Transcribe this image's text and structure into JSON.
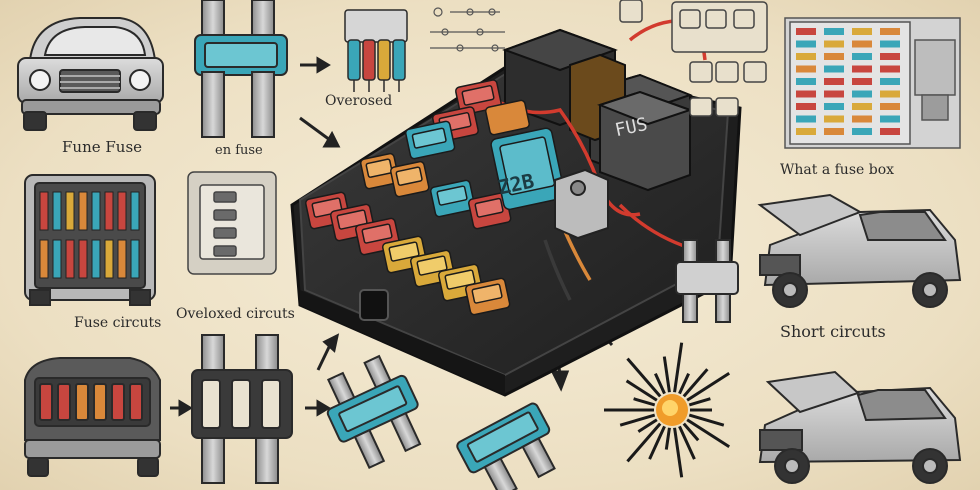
{
  "labels": {
    "fune_fuse": "Fune Fuse",
    "en_fuse": "en fuse",
    "overosed": "Overosed",
    "what_fuse_box": "What a fuse box",
    "fuse_circuts": "Fuse circuts",
    "overloxed_circuts": "Oveloxed circuts",
    "short_circuts": "Short circuts",
    "fus_block": "FUS",
    "fuse_rating": "Z2B"
  },
  "colors": {
    "paper": "#efe4cb",
    "ink": "#222222",
    "fuse_red": "#c8463f",
    "fuse_teal": "#3aa6b8",
    "fuse_yellow": "#d9a93a",
    "fuse_orange": "#d9883a",
    "fuse_box": "#2e2e2e",
    "wire_red": "#d23b2e"
  },
  "icons": [
    "car-front-icon",
    "car-side-icon",
    "blade-fuse-icon",
    "fuse-panel-icon",
    "spark-burst-icon",
    "arrow-icon"
  ]
}
